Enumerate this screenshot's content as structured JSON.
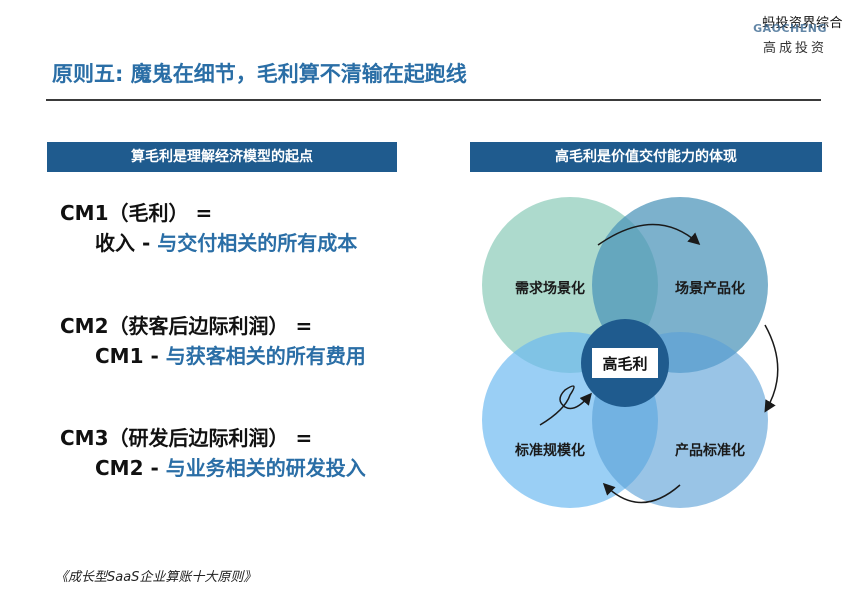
{
  "watermark": "蚂投资界综合",
  "logo": {
    "en": "GAOCHENG",
    "cn": "高成投资"
  },
  "title": "原则五: 魔鬼在细节，毛利算不清输在起跑线",
  "left_header": "算毛利是理解经济模型的起点",
  "right_header": "高毛利是价值交付能力的体现",
  "formulas": [
    {
      "line1": "CM1（毛利） =",
      "term": "收入",
      "sep": " - ",
      "desc": "与交付相关的所有成本"
    },
    {
      "line1": "CM2（获客后边际利润） =",
      "term": "CM1",
      "sep": " - ",
      "desc": "与获客相关的所有费用"
    },
    {
      "line1": "CM3（研发后边际利润） =",
      "term": "CM2",
      "sep": " - ",
      "desc": "与业务相关的研发投入"
    }
  ],
  "diagram": {
    "center": "高毛利",
    "circles": [
      {
        "label": "需求场景化",
        "color": "#9fd3c4"
      },
      {
        "label": "场景产品化",
        "color": "#4a93b8"
      },
      {
        "label": "标准规模化",
        "color": "#6ab8f0"
      },
      {
        "label": "产品标准化",
        "color": "#5b9fd6"
      }
    ],
    "center_color": "#1f5b8e"
  },
  "source": "《成长型SaaS企业算账十大原则》"
}
